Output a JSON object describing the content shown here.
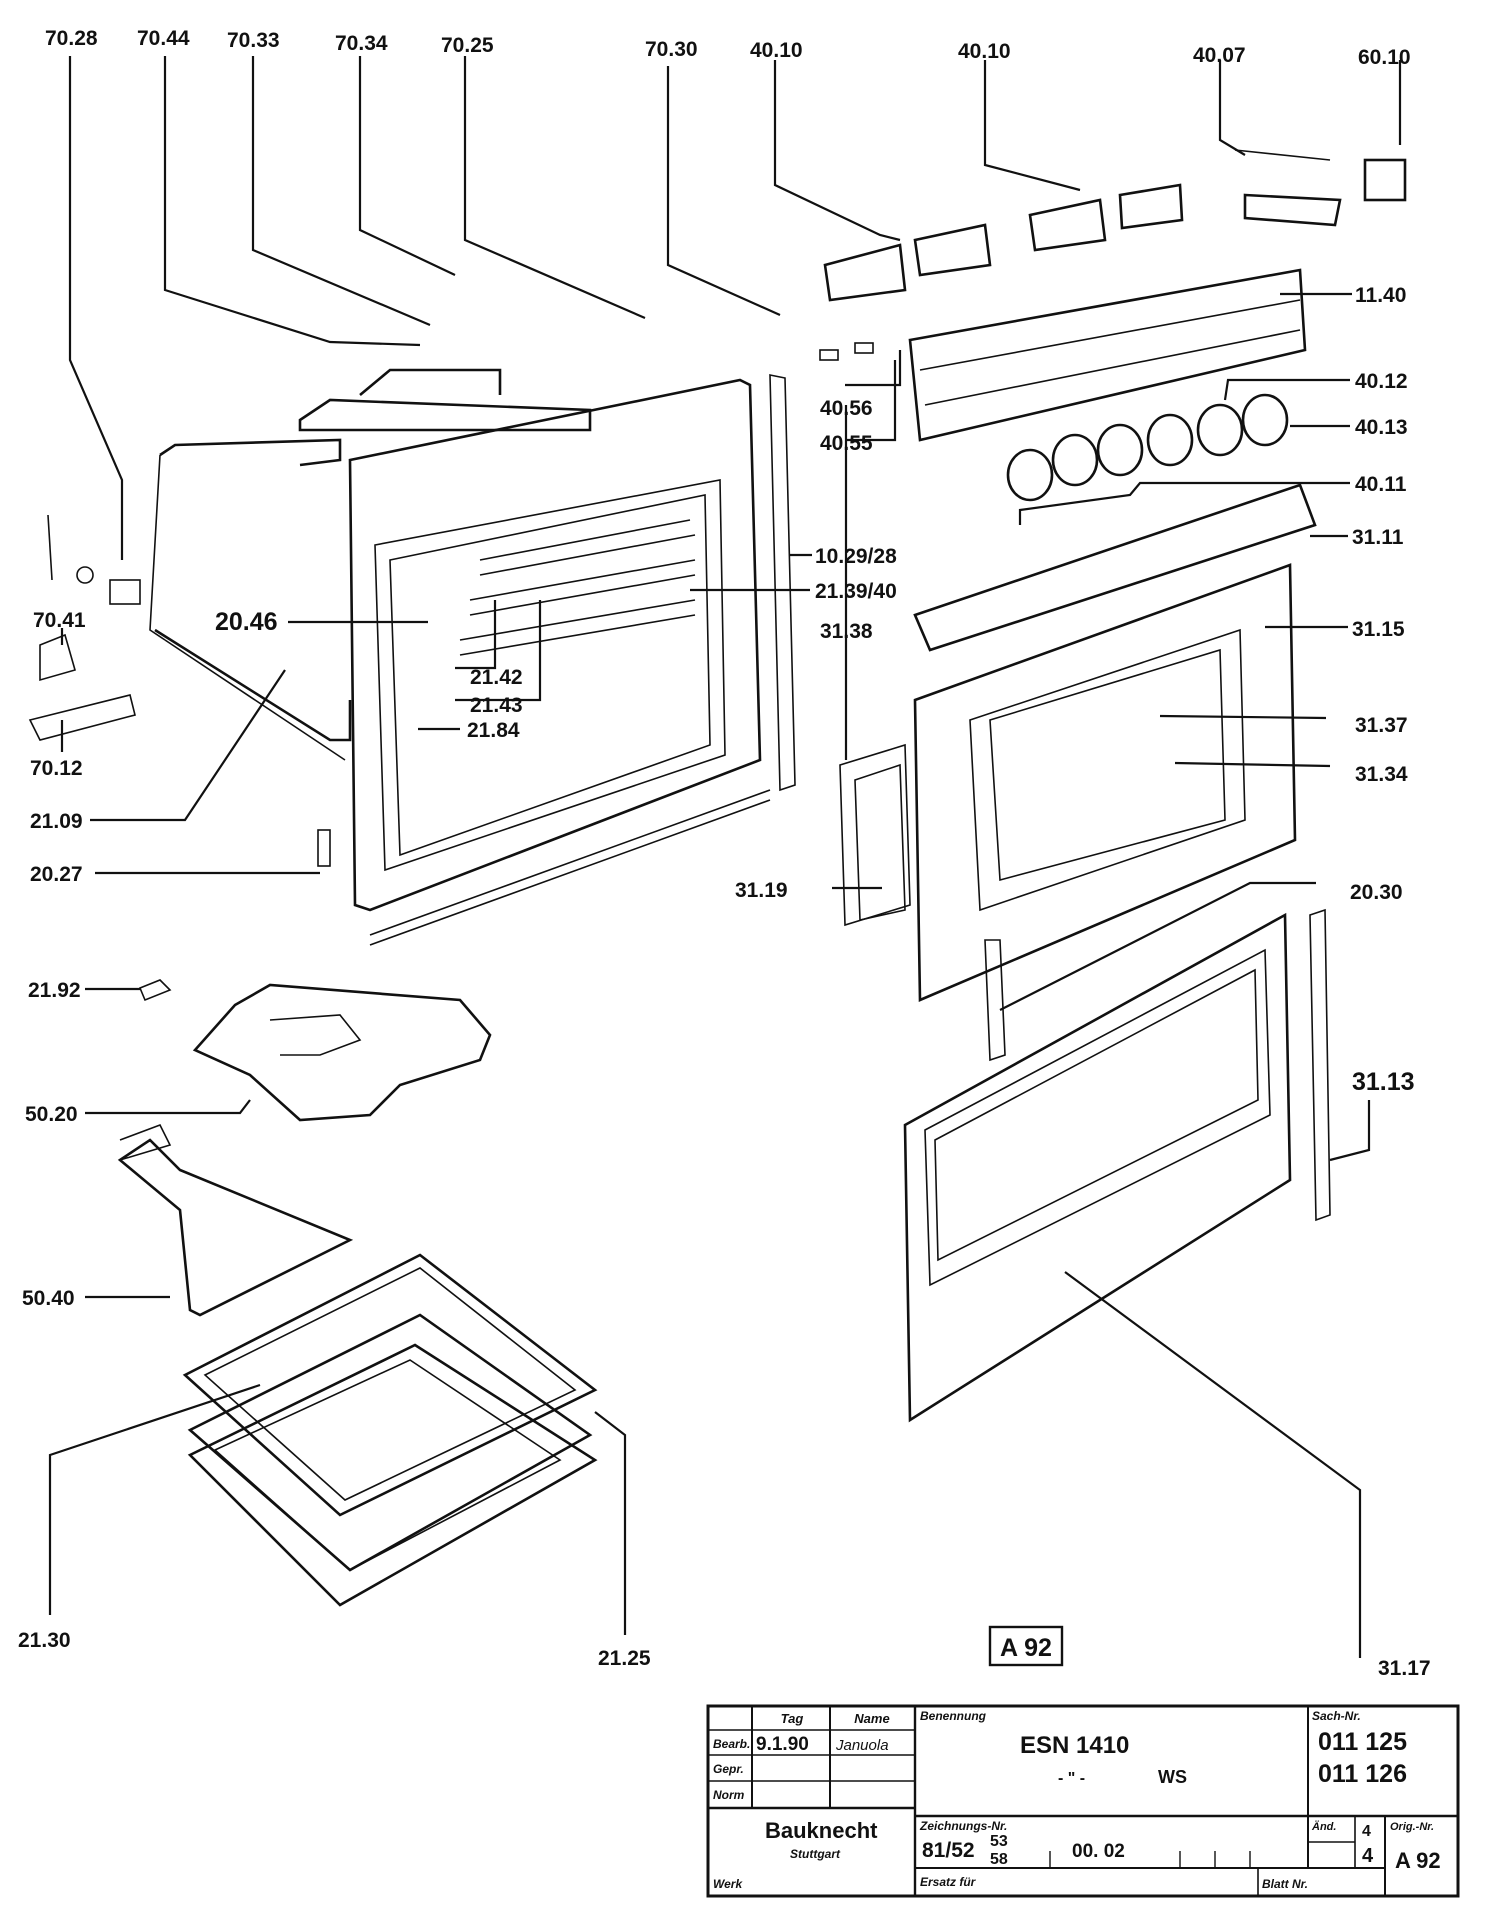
{
  "labels": {
    "l7028": "70.28",
    "l7044": "70.44",
    "l7033": "70.33",
    "l7034": "70.34",
    "l7025": "70.25",
    "l7030": "70.30",
    "l4010a": "40.10",
    "l4010b": "40.10",
    "l4007": "40.07",
    "l6010": "60.10",
    "l1140": "11.40",
    "l4056": "40.56",
    "l4055": "40.55",
    "l4012": "40.12",
    "l4013": "40.13",
    "l4011": "40.11",
    "l3111": "31.11",
    "l102928": "10.29/28",
    "l213940": "21.39/40",
    "l3138": "31.38",
    "l3115": "31.15",
    "l7041": "70.41",
    "l2046": "20.46",
    "l2142": "21.42",
    "l2143": "21.43",
    "l2184": "21.84",
    "l7012": "70.12",
    "l3137": "31.37",
    "l3134": "31.34",
    "l2109": "21.09",
    "l2027": "20.27",
    "l3119": "31.19",
    "l2030": "20.30",
    "l2192": "21.92",
    "l3113": "31.13",
    "l5020": "50.20",
    "l5040": "50.40",
    "l2130": "21.30",
    "l2125": "21.25",
    "l3117": "31.17"
  },
  "sheet_badge": "A 92",
  "title_block": {
    "col_tag": "Tag",
    "col_name": "Name",
    "row_bearb": "Bearb.",
    "row_gepr": "Gepr.",
    "row_norm": "Norm",
    "bearb_date": "9.1.90",
    "bearb_name": "Januola",
    "benennung_label": "Benennung",
    "model": "ESN  1410",
    "model_ditto": "- \" -",
    "model_variant": "WS",
    "sach_label": "Sach-Nr.",
    "sach_1": "011 125",
    "sach_2": "011 126",
    "brand": "Bauknecht",
    "werk_label": "Werk",
    "city": "Stuttgart",
    "zeichnung_label": "Zeichnungs-Nr.",
    "zeichnung_main": "81/52",
    "zeichnung_top": "53",
    "zeichnung_bottom": "58",
    "zeichnung_suffix": "00. 02",
    "aend_label": "Änd.",
    "aend_value_1": "4",
    "aend_value_2": "4",
    "orig_label": "Orig.-Nr.",
    "orig_value": "A 92",
    "ersatz_label": "Ersatz für",
    "blatt_label": "Blatt Nr."
  }
}
